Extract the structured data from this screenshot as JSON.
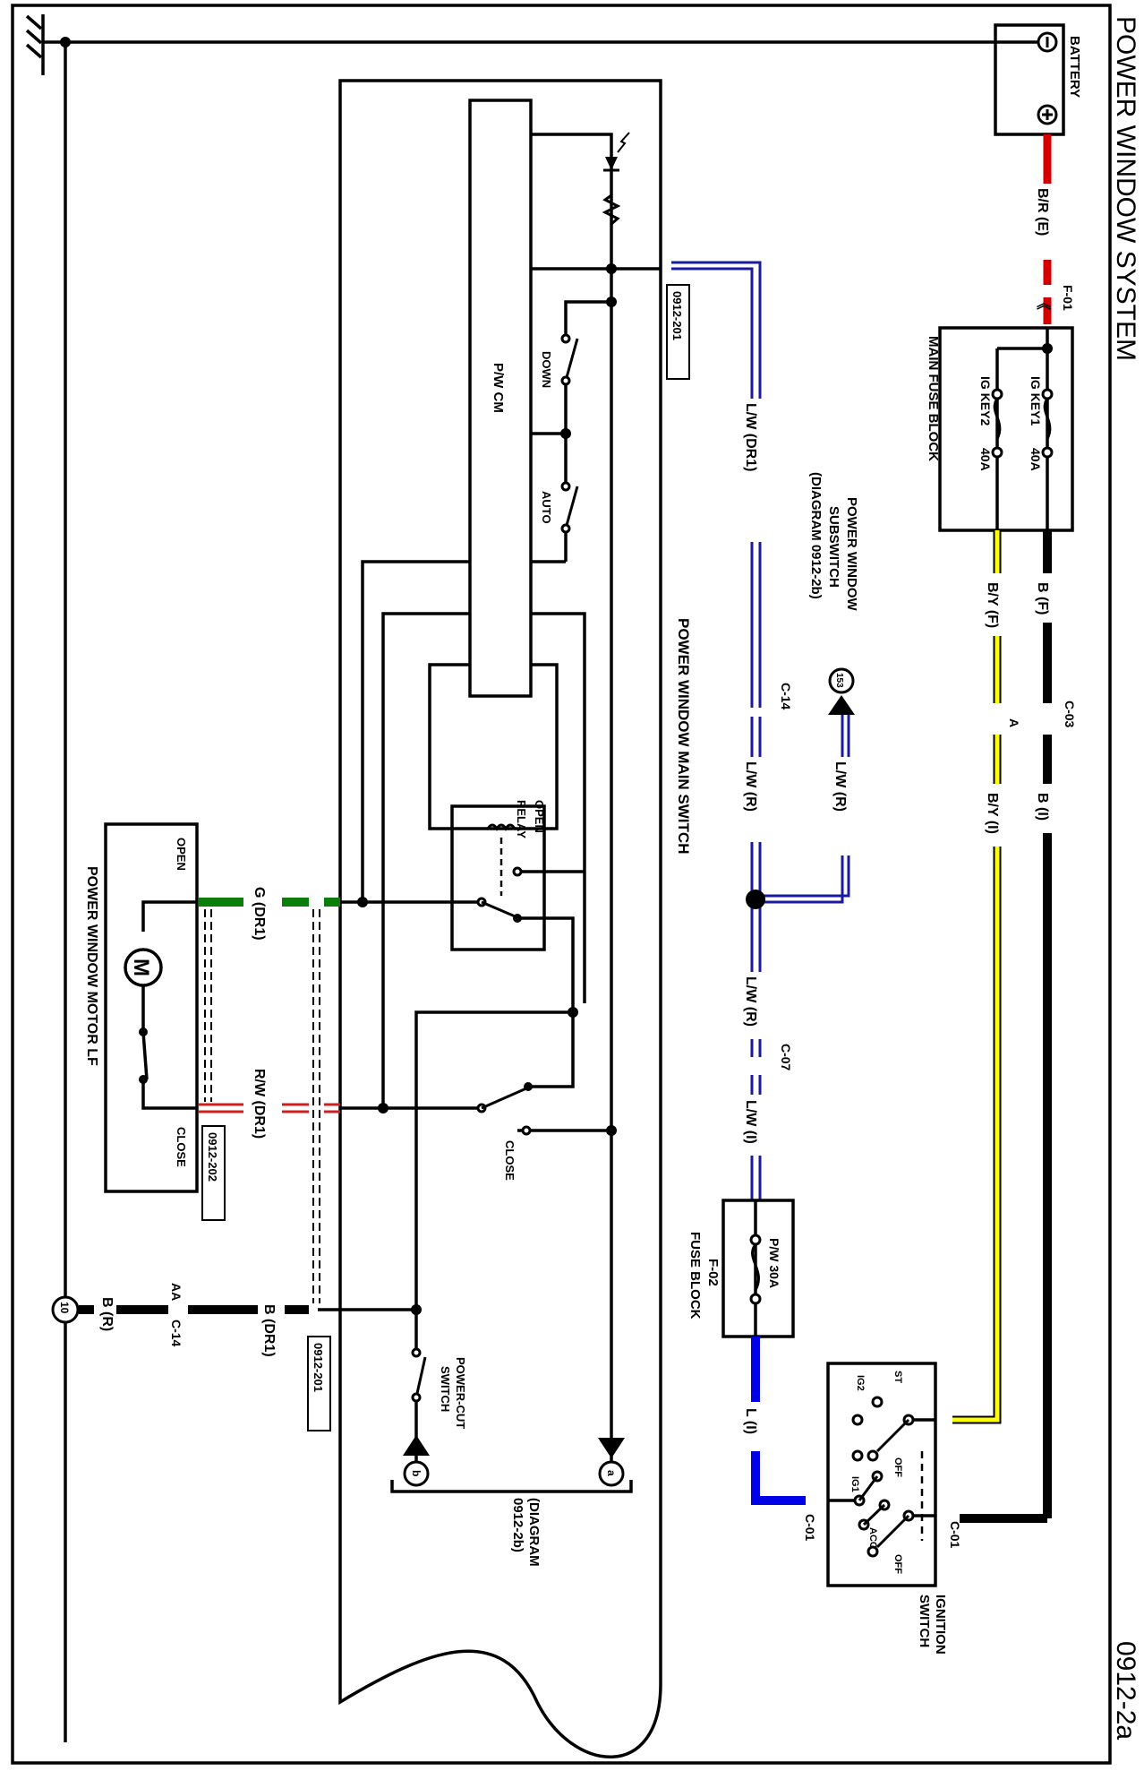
{
  "diagram": {
    "title": "POWER WINDOW SYSTEM",
    "diagram_id": "0912-2a",
    "colors": {
      "line": "#000000",
      "wire_red": "#d40000",
      "wire_yellow": "#ffff00",
      "wire_blue": "#0000e6",
      "wire_lw_stripe": "#1a1aa0",
      "wire_green": "#0a7d0a",
      "wire_rw": "#cc2020"
    },
    "components": {
      "battery": {
        "label": "BATTERY",
        "neg": "⊖",
        "pos": "⊕"
      },
      "main_fuse_block": {
        "label": "MAIN FUSE BLOCK",
        "fuses": [
          {
            "name": "IG KEY1",
            "rating": "40A"
          },
          {
            "name": "IG KEY2",
            "rating": "40A"
          }
        ]
      },
      "fuse_block": {
        "id": "F-02",
        "label": "FUSE BLOCK",
        "fuse": "P/W 30A"
      },
      "ignition_switch": {
        "label_line1": "IGNITION",
        "label_line2": "SWITCH",
        "positions": [
          "ST",
          "IG2",
          "OFF",
          "IG1",
          "ACC",
          "OFF"
        ]
      },
      "pw_subswitch": {
        "line1": "POWER WINDOW",
        "line2": "SUBSWITCH",
        "line3": "(DIAGRAM 0912-2b)",
        "ref": "153"
      },
      "main_switch": {
        "label": "POWER WINDOW MAIN SWITCH",
        "cm": "P/W CM",
        "down": "DOWN",
        "auto": "AUTO",
        "relay_line1": "OPEN",
        "relay_line2": "RELAY",
        "close": "CLOSE",
        "power_cut_line1": "POWER-CUT",
        "power_cut_line2": "SWITCH",
        "ref_a": "a",
        "ref_b": "b",
        "diagram_ref_line1": "(DIAGRAM",
        "diagram_ref_line2": "0912-2b)"
      },
      "motor": {
        "label": "POWER WINDOW MOTOR LF",
        "open": "OPEN",
        "close": "CLOSE",
        "symbol": "M"
      },
      "ground": {
        "ref": "10"
      }
    },
    "wires": {
      "br_e": "B/R (E)",
      "b_f": "B (F)",
      "by_f": "B/Y (F)",
      "b_i": "B (I)",
      "by_i": "B/Y (I)",
      "lw_dr1": "L/W (DR1)",
      "lw_r_sub": "L/W (R)",
      "lw_r_1": "L/W (R)",
      "lw_r_2": "L/W (R)",
      "lw_i": "L/W (I)",
      "l_i": "L (I)",
      "g_dr1": "G (DR1)",
      "rw_dr1": "R/W (DR1)",
      "b_dr1": "B (DR1)",
      "b_r": "B (R)"
    },
    "connectors": {
      "f01": "F-01",
      "c03": "C-03",
      "c03_a": "A",
      "c14_top": "C-14",
      "c07": "C-07",
      "c01_a": "C-01",
      "c01_b": "C-01",
      "c14_bottom": "C-14",
      "aa": "AA"
    },
    "ref_boxes": {
      "r201_top": "0912-201",
      "r202": "0912-202",
      "r201_bottom": "0912-201"
    }
  }
}
